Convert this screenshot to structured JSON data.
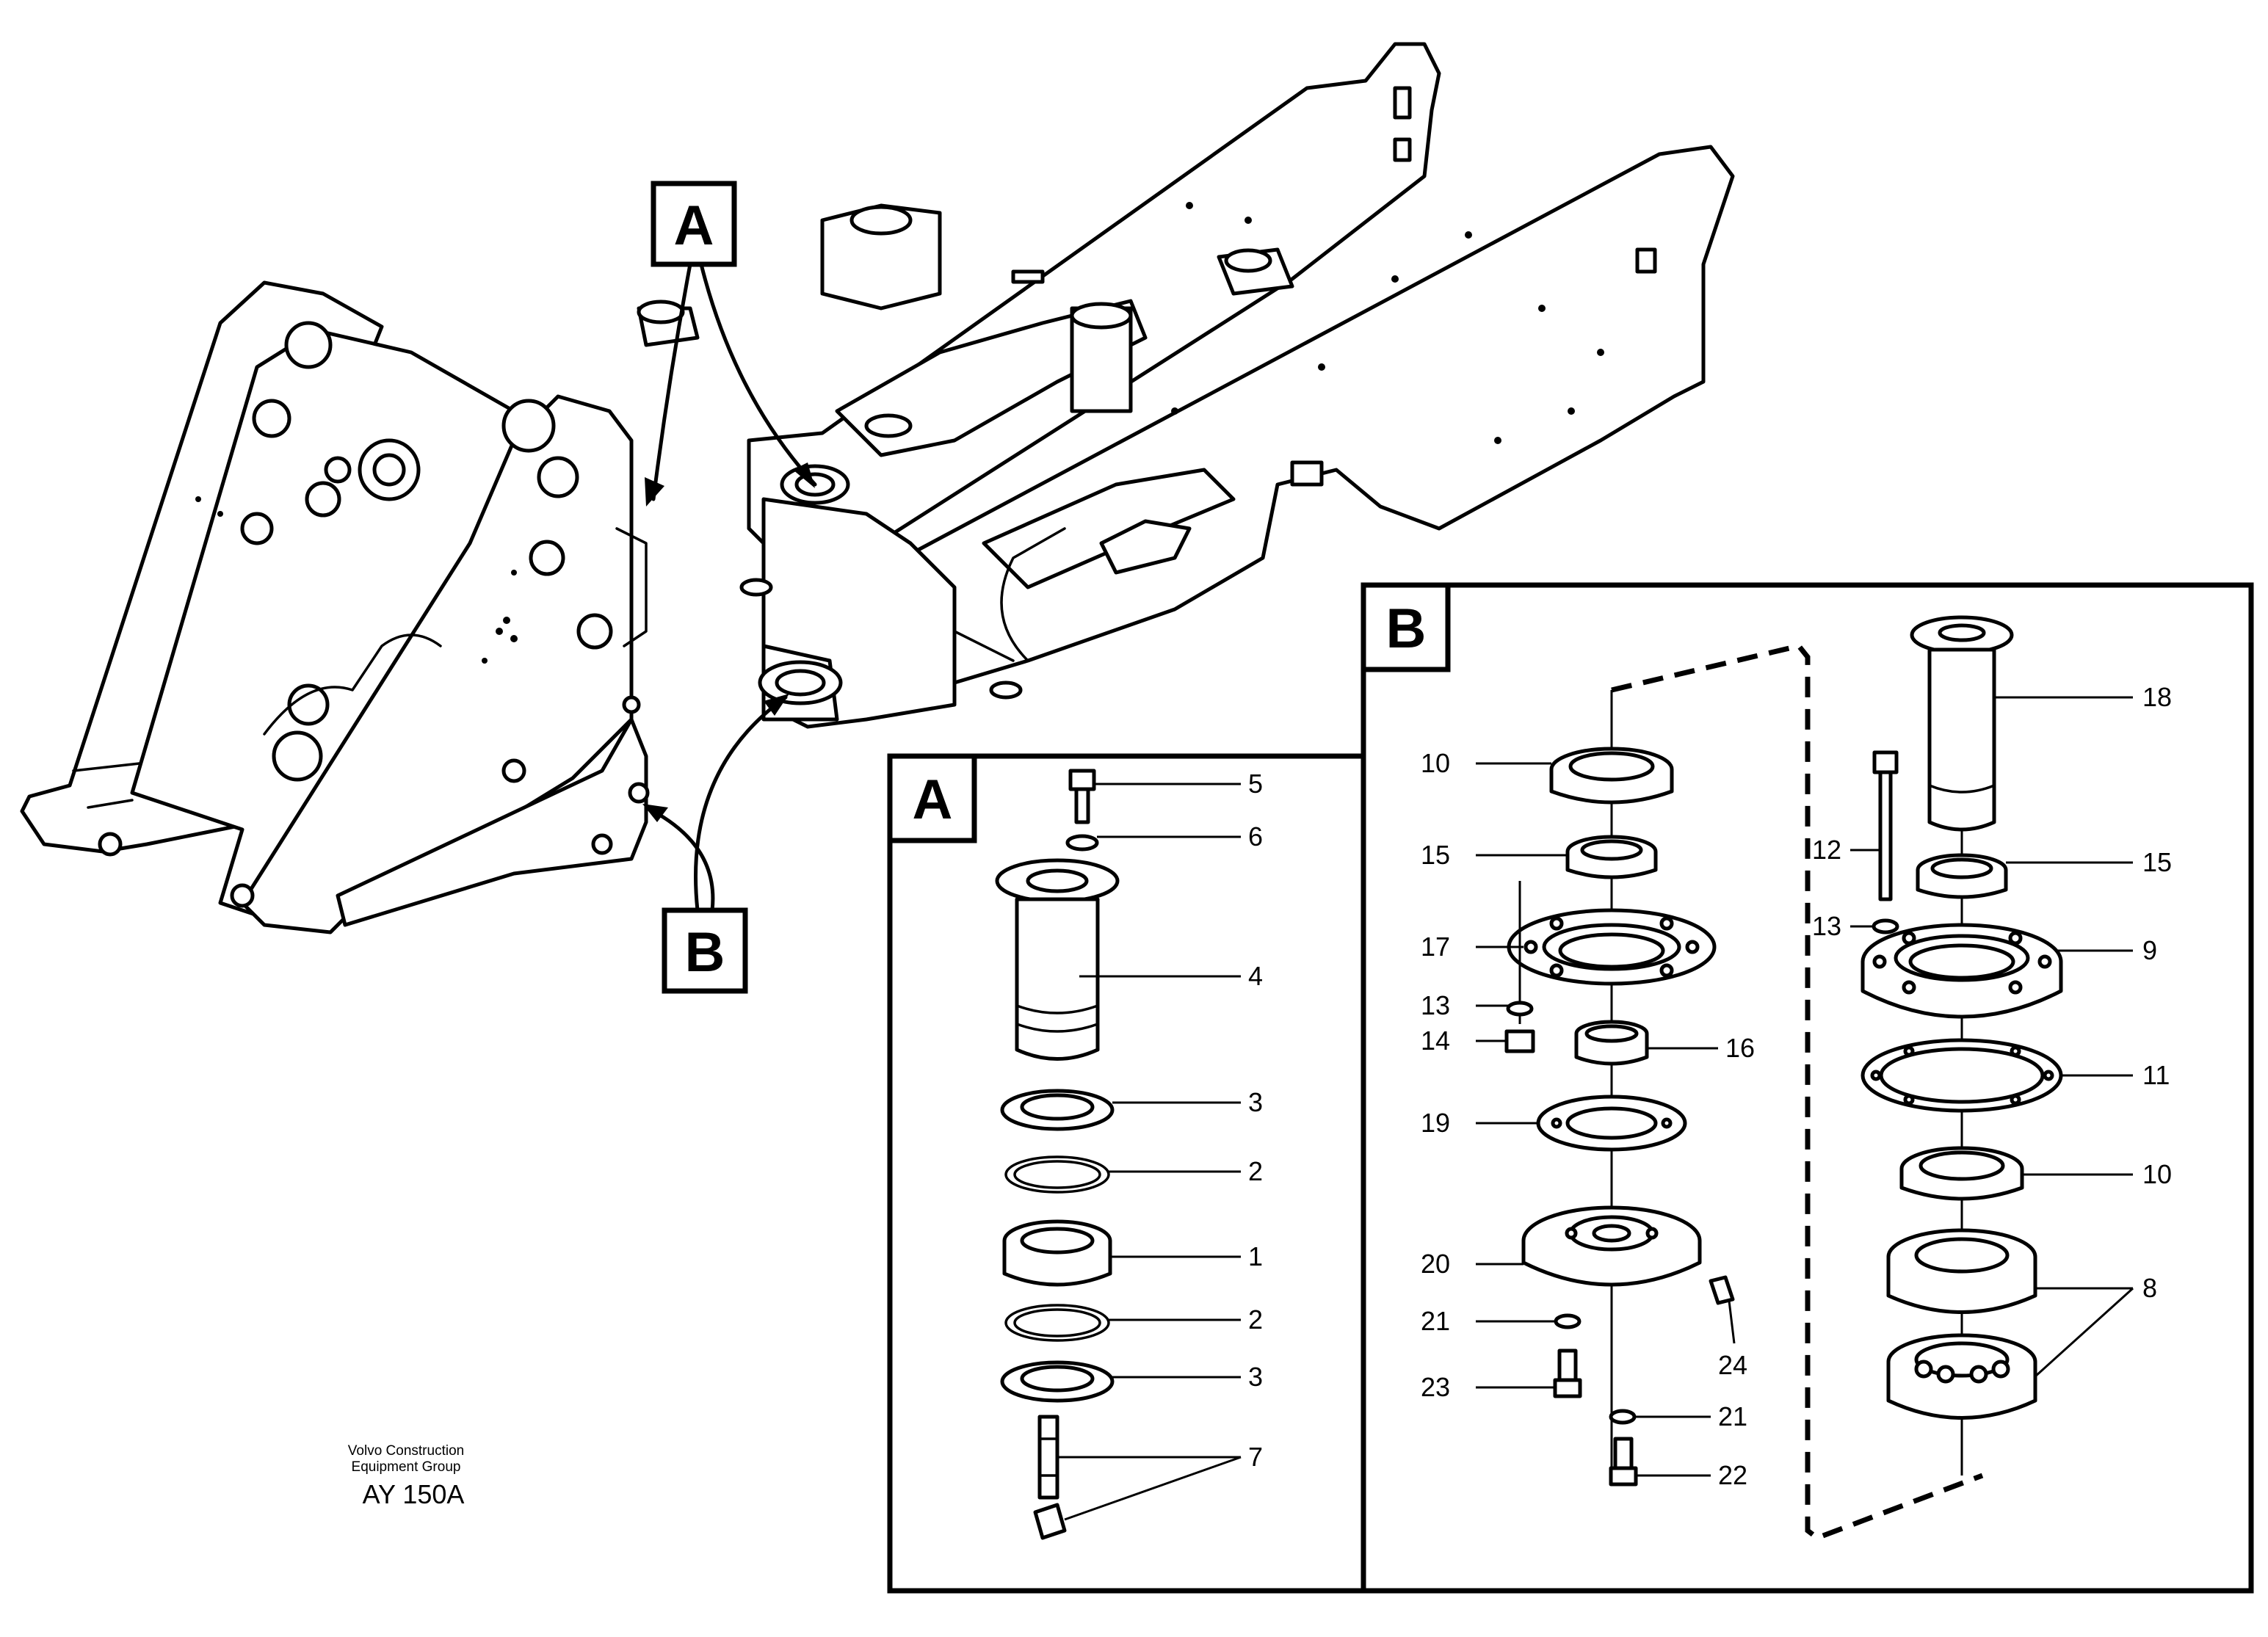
{
  "callouts": {
    "a": "A",
    "b": "B"
  },
  "panels": {
    "a_tag": "A",
    "b_tag": "B"
  },
  "parts_a": [
    {
      "n": "5"
    },
    {
      "n": "6"
    },
    {
      "n": "4"
    },
    {
      "n": "3"
    },
    {
      "n": "2"
    },
    {
      "n": "1"
    },
    {
      "n": "2"
    },
    {
      "n": "3"
    },
    {
      "n": "7"
    }
  ],
  "parts_b_left": [
    {
      "n": "10"
    },
    {
      "n": "15"
    },
    {
      "n": "17"
    },
    {
      "n": "13"
    },
    {
      "n": "14"
    },
    {
      "n": "16"
    },
    {
      "n": "19"
    },
    {
      "n": "20"
    },
    {
      "n": "21"
    },
    {
      "n": "23"
    },
    {
      "n": "24"
    },
    {
      "n": "21"
    },
    {
      "n": "22"
    }
  ],
  "parts_b_right": [
    {
      "n": "18"
    },
    {
      "n": "12"
    },
    {
      "n": "15"
    },
    {
      "n": "13"
    },
    {
      "n": "9"
    },
    {
      "n": "11"
    },
    {
      "n": "10"
    },
    {
      "n": "8"
    }
  ],
  "footer": {
    "line1": "Volvo Construction",
    "line2": "Equipment Group",
    "code": "AY 150A"
  }
}
